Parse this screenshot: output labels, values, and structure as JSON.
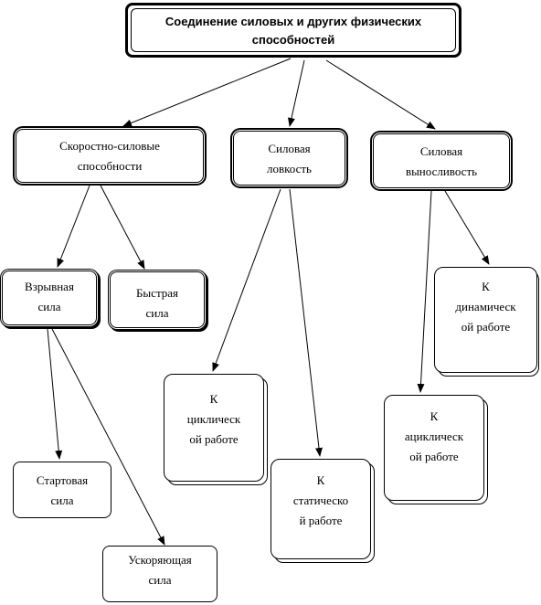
{
  "diagram": {
    "root": "Соединение силовых и других физических способностей",
    "speed_strength": "Скоростно-силовые\nспособности",
    "strength_agility": "Силовая\nловкость",
    "strength_endurance": "Силовая\nвыносливость",
    "explosive_strength": "Взрывная\nсила",
    "fast_strength": "Быстрая\nсила",
    "starting_strength": "Стартовая\nсила",
    "accelerating_strength": "Ускоряющая\nсила",
    "cyclic_work": "К\nциклическ\nой работе",
    "static_work": "К\nстатическо\nй работе",
    "dynamic_work": "К\nдинамическ\nой работе",
    "acyclic_work": "К\nациклическ\nой работе"
  }
}
